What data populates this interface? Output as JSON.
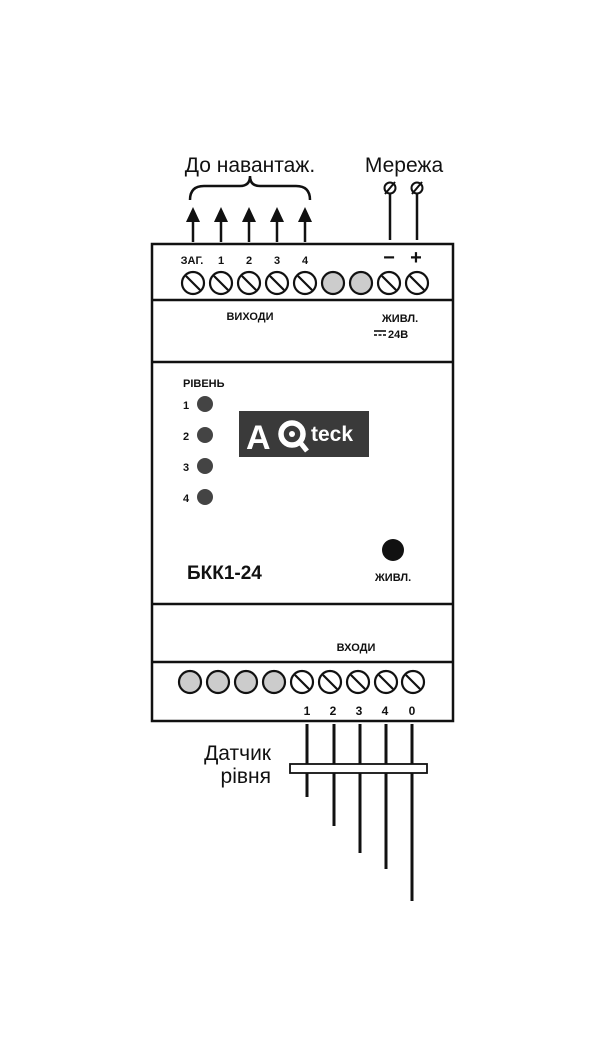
{
  "labels": {
    "load_outputs": "До навантаж.",
    "mains": "Мережа",
    "outputs": "ВИХОДИ",
    "power_label": "ЖИВЛ.",
    "power_voltage": "24В",
    "level": "РІВЕНЬ",
    "model": "БКК1-24",
    "power_indicator": "ЖИВЛ.",
    "inputs": "ВХОДИ",
    "sensor_line1": "Датчик",
    "sensor_line2": "рівня"
  },
  "top_terminals": [
    "ЗАГ.",
    "1",
    "2",
    "3",
    "4"
  ],
  "power_terminals": [
    "−",
    "+"
  ],
  "level_leds": [
    "1",
    "2",
    "3",
    "4"
  ],
  "bottom_terminals": [
    "1",
    "2",
    "3",
    "4",
    "0"
  ],
  "logo": {
    "part1": "A",
    "part2": "Q",
    "part3": "teck",
    "background": "#3a3a3a",
    "text_color": "#ffffff"
  },
  "colors": {
    "outline": "#111111",
    "led": "#444444",
    "filler_terminal": "#cccccc"
  }
}
